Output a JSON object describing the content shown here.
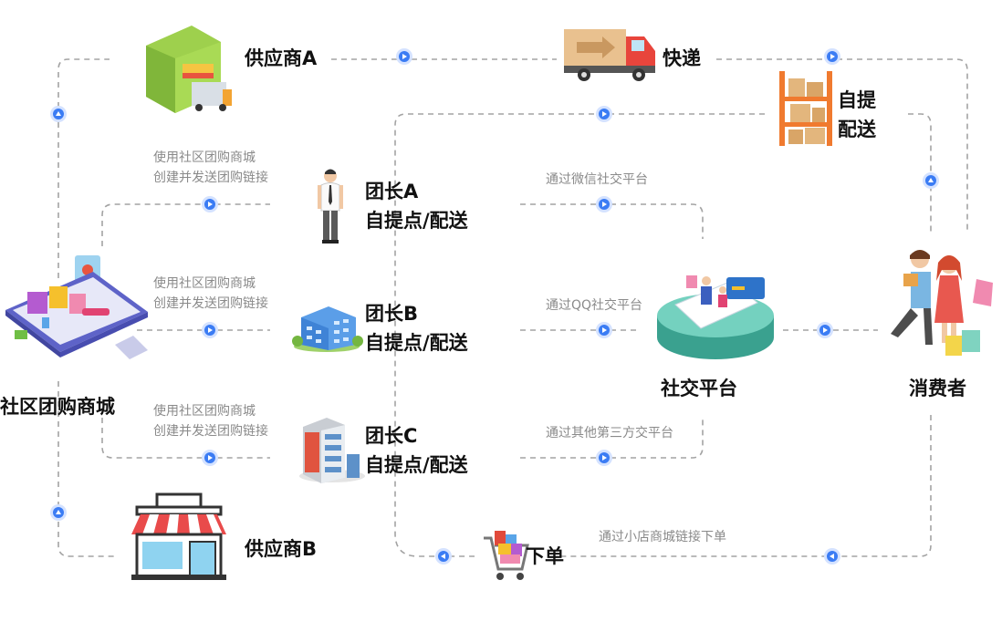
{
  "nodes": {
    "supplier_a": "供应商A",
    "supplier_b": "供应商B",
    "express": "快递",
    "self_pickup": [
      "自提",
      "配送"
    ],
    "leader_a": [
      "团长A",
      "自提点/配送"
    ],
    "leader_b": [
      "团长B",
      "自提点/配送"
    ],
    "leader_c": [
      "团长C",
      "自提点/配送"
    ],
    "mall": "社区团购商城",
    "social_platform": "社交平台",
    "consumer": "消费者",
    "order": "下单"
  },
  "edge_labels": {
    "mall_to_leader": [
      "使用社区团购商城",
      "创建并发送团购链接"
    ],
    "wechat": "通过微信社交平台",
    "qq": "通过QQ社交平台",
    "other": "通过其他第三方交平台",
    "mini_store": "通过小店商城链接下单"
  },
  "colors": {
    "line": "#a3a3a3",
    "dot_fill": "#3b7cf4",
    "dot_ring": "#d4e2ff",
    "note_text": "#8a8a8a",
    "label_text": "#111111"
  },
  "icons": {
    "supplier_a": "warehouse-truck-icon",
    "supplier_b": "storefront-icon",
    "express": "delivery-truck-icon",
    "self_pickup": "shelf-boxes-icon",
    "leader_a": "businessman-icon",
    "leader_b": "office-building-icon",
    "leader_c": "tower-building-icon",
    "mall": "mobile-shop-icon",
    "social_platform": "social-platform-icon",
    "consumer": "shoppers-icon",
    "order": "shopping-cart-icon"
  }
}
